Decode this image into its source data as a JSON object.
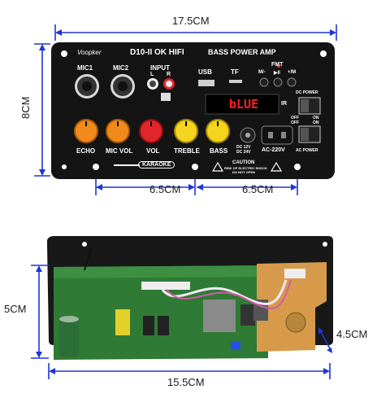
{
  "dimensions": {
    "top_width": "17.5CM",
    "top_height": "8CM",
    "spacing_left": "6.5CM",
    "spacing_right": "6.5CM",
    "bottom_height": "5CM",
    "bottom_depth": "4.5CM",
    "bottom_width": "15.5CM"
  },
  "panel": {
    "brand": "Voopker",
    "model": "D10-II OK HIFI",
    "subtitle": "BASS POWER AMP",
    "mic1": "MIC1",
    "mic2": "MIC2",
    "input": "INPUT",
    "input_l": "L",
    "input_r": "R",
    "usb": "USB",
    "tf": "TF",
    "fmt": "FMT",
    "prev": "M/-",
    "play": "▶II",
    "next": "+/M",
    "display": "bLUE",
    "ir": "IR",
    "knobs": [
      "ECHO",
      "MIC VOL",
      "VOL",
      "TREBLE",
      "BASS"
    ],
    "dc_label": "DC 12V\nDC 24V",
    "ac_label": "AC-220V",
    "dc_power": "DC POWER",
    "ac_power": "AC POWER",
    "off": "OFF",
    "on": "ON",
    "karaoke": "KARAOKE",
    "caution": "CAUTION",
    "caution_text1": "RISK OF ELECTRIC SHOCK",
    "caution_text2": "DO NOT OPEN"
  },
  "colors": {
    "dimension_line": "#1f35d6",
    "panel": "#141414",
    "knob_orange": "#f08a1c",
    "knob_red": "#e0262b",
    "knob_yellow": "#f5d420",
    "display_red": "#ff2020",
    "pcb_green": "#2f7a34"
  }
}
